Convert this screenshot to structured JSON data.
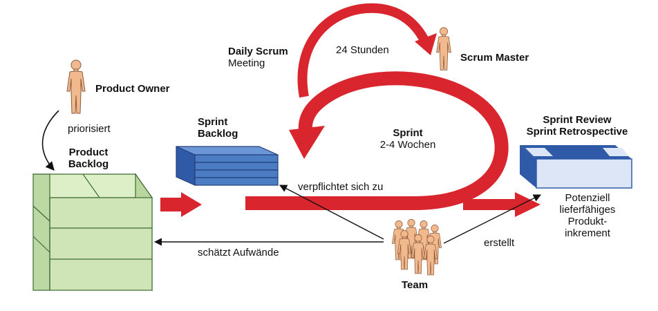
{
  "labels": {
    "daily_scrum_title": "Daily Scrum",
    "daily_scrum_sub": "Meeting",
    "hours_24": "24 Stunden",
    "scrum_master": "Scrum Master",
    "product_owner": "Product Owner",
    "priorisiert": "priorisiert",
    "product_backlog_1": "Product",
    "product_backlog_2": "Backlog",
    "sprint_backlog_1": "Sprint",
    "sprint_backlog_2": "Backlog",
    "sprint_title": "Sprint",
    "sprint_duration": "2-4 Wochen",
    "sprint_review": "Sprint Review",
    "sprint_retro": "Sprint Retrospective",
    "verpflichtet": "verpflichtet sich zu",
    "schaetzt": "schätzt Aufwände",
    "erstellt": "erstellt",
    "increment_1": "Potenziell",
    "increment_2": "lieferfähiges",
    "increment_3": "Produkt-",
    "increment_4": "inkrement",
    "team": "Team"
  },
  "colors": {
    "arrow_red": "#d9252e",
    "backlog_green": "#cfe5b8",
    "backlog_green_edge": "#3c6a34",
    "sprint_blue": "#4b7cc4",
    "sprint_blue_dark": "#253f7a",
    "increment_face": "#dde6f6",
    "increment_frame": "#2f5aa8",
    "person_fill": "#f2b98e",
    "person_stroke": "#8c5a38"
  }
}
